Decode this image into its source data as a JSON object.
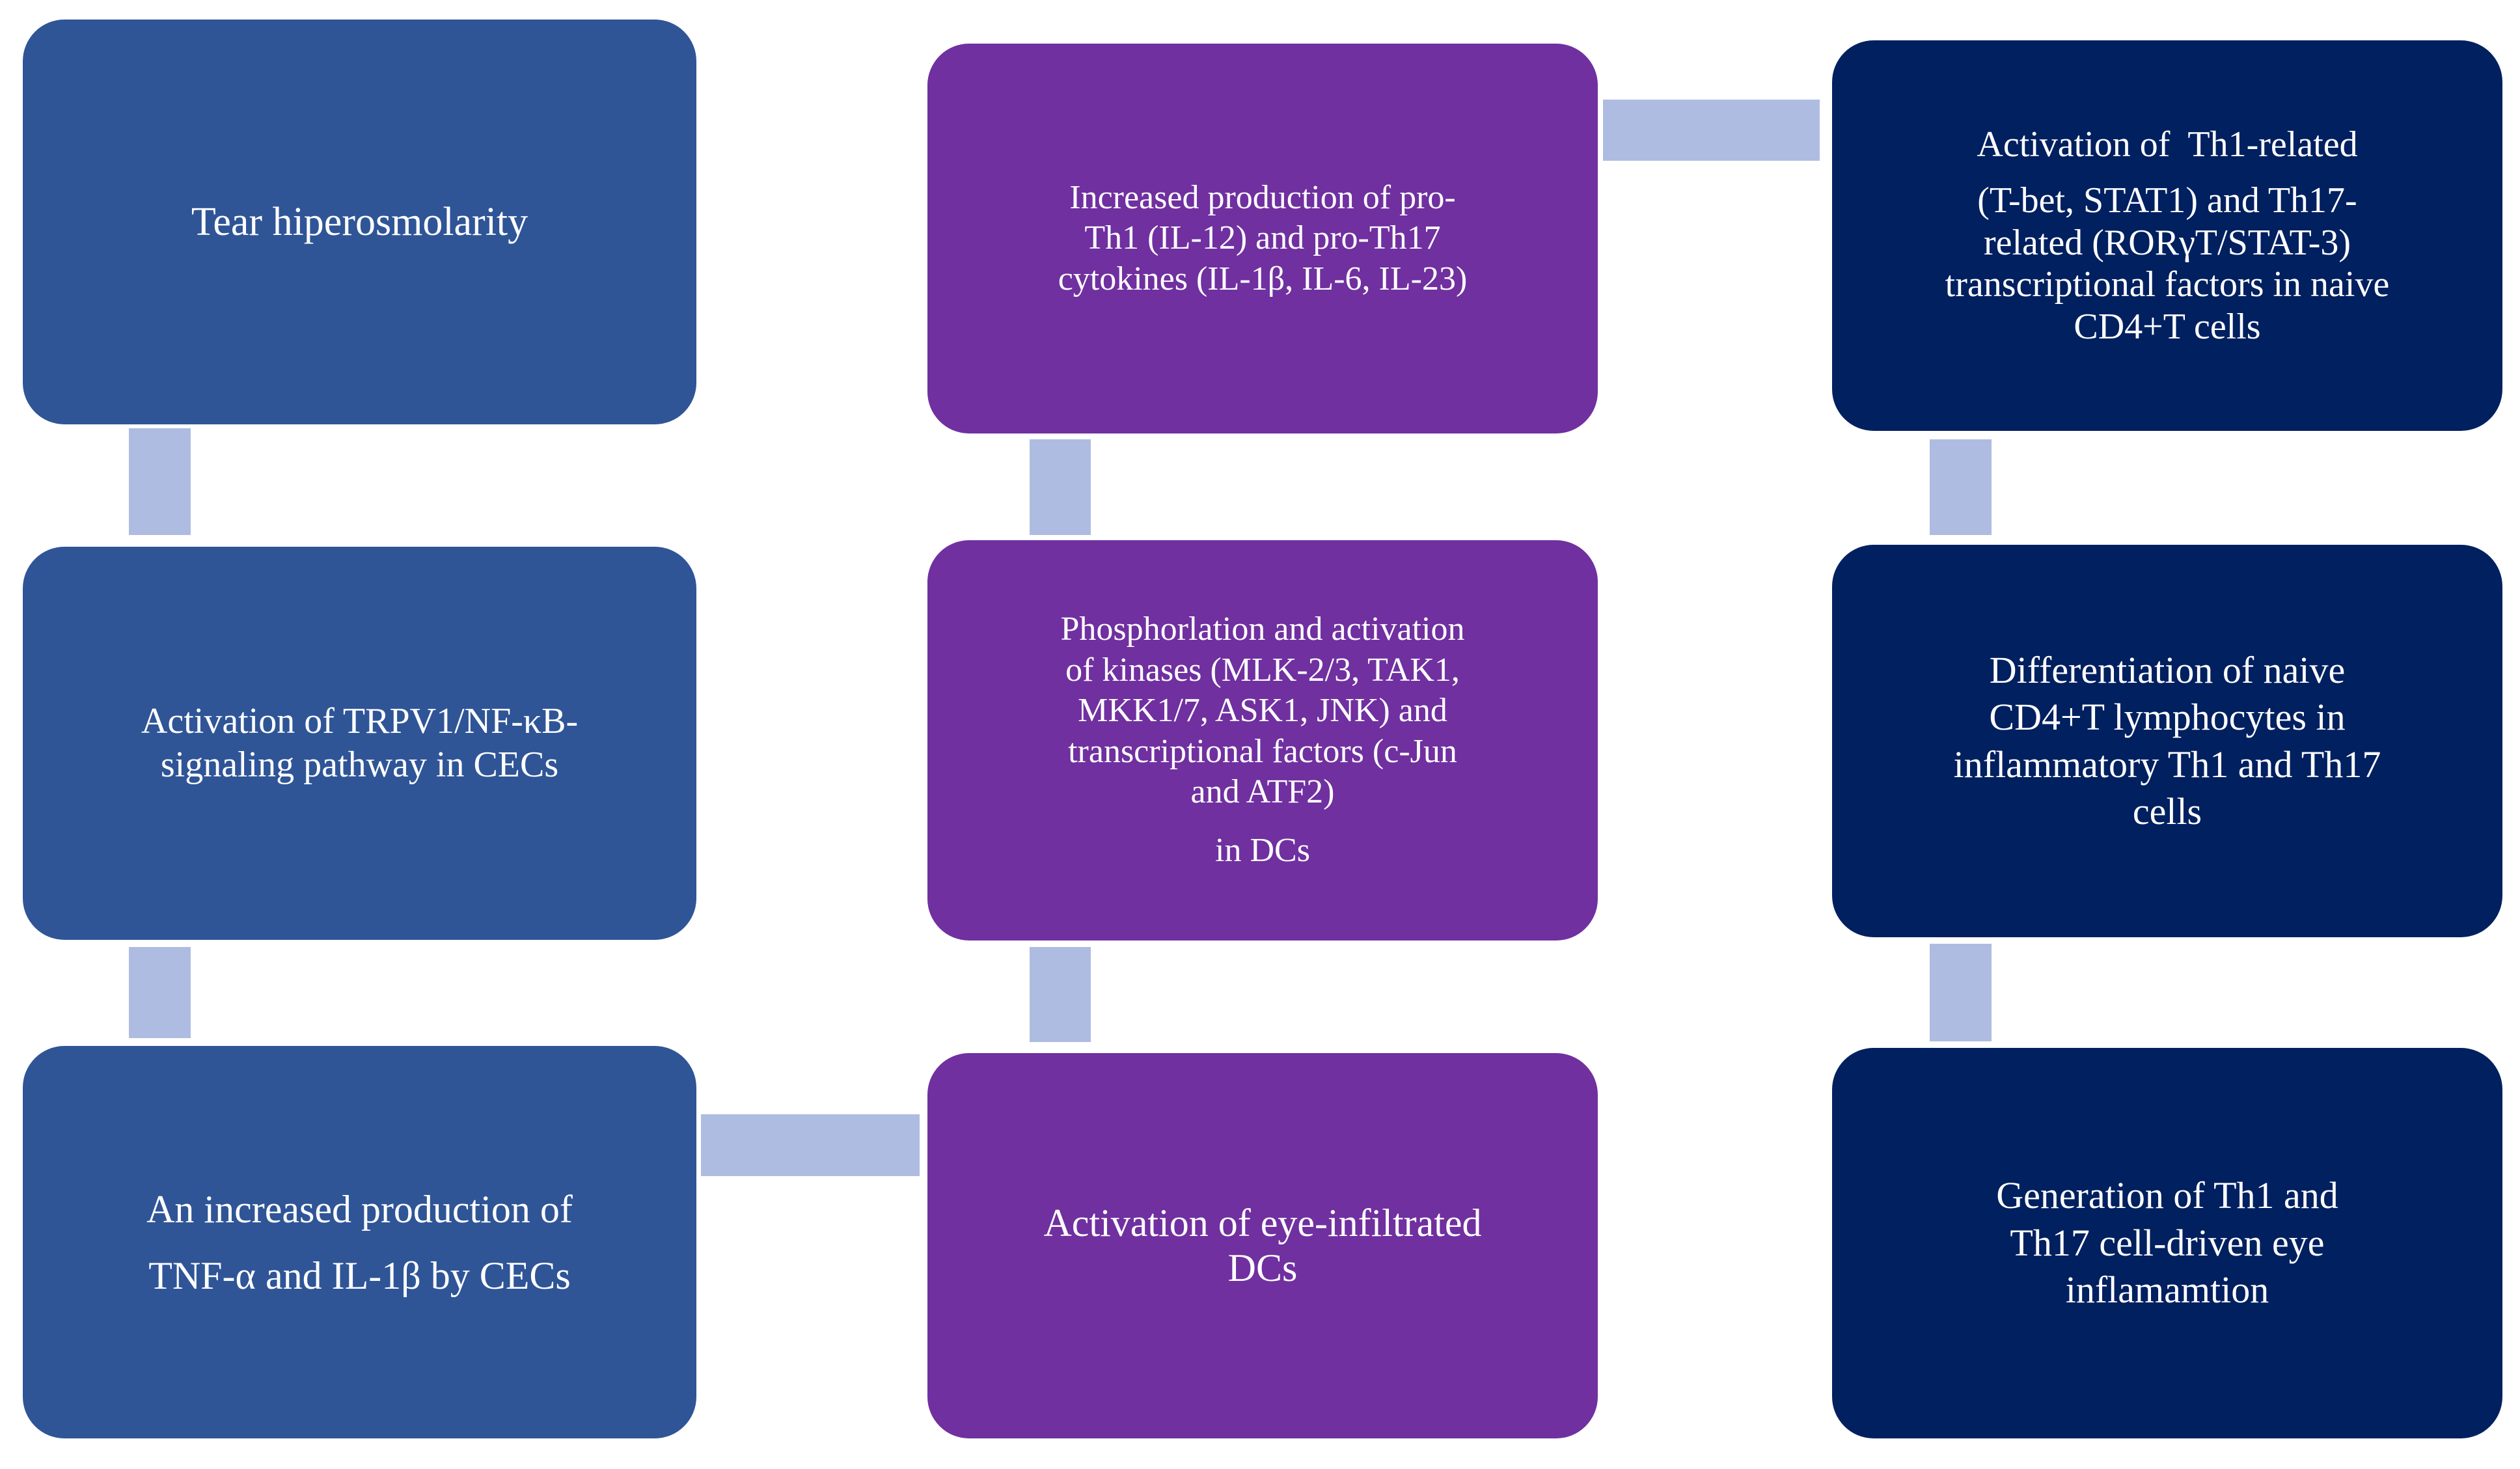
{
  "palette": {
    "box_blue": "#2F5597",
    "box_purple": "#7030A0",
    "box_navy": "#002060",
    "connector": "#AFBCE1",
    "text": "#FFFFFF",
    "background": "#FFFFFF"
  },
  "diagram": {
    "boxes": [
      {
        "id": "tear-hyperosmolarity",
        "color": "box_blue",
        "paragraphs": [
          "Tear hiperosmolarity"
        ]
      },
      {
        "id": "trpv1-nfkb-activation",
        "color": "box_blue",
        "paragraphs": [
          "Activation of TRPV1/NF-κB-\nsignaling pathway in CECs"
        ]
      },
      {
        "id": "tnf-il1b-production",
        "color": "box_blue",
        "paragraphs": [
          "An increased production of\nTNF-α and IL-1β by CECs"
        ]
      },
      {
        "id": "pro-th1-th17-cytokines",
        "color": "box_purple",
        "paragraphs": [
          "Increased production of pro-\nTh1 (IL-12) and pro-Th17\ncytokines (IL-1β, IL-6, IL-23)"
        ]
      },
      {
        "id": "kinase-phosphorylation",
        "color": "box_purple",
        "paragraphs": [
          "Phosphorlation and activation\nof kinases (MLK-2/3, TAK1,\nMKK1/7, ASK1, JNK) and\ntranscriptional factors (c-Jun\nand ATF2)",
          "in DCs"
        ]
      },
      {
        "id": "eye-infiltrated-dcs-activation",
        "color": "box_purple",
        "paragraphs": [
          "Activation of eye-infiltrated\nDCs"
        ]
      },
      {
        "id": "th1-th17-transcription-factors",
        "color": "box_navy",
        "paragraphs": [
          "Activation of  Th1-related",
          "(T-bet, STAT1) and Th17-\nrelated (RORγT/STAT-3)\ntranscriptional factors in naive\nCD4+T cells"
        ]
      },
      {
        "id": "cd4-differentiation",
        "color": "box_navy",
        "paragraphs": [
          "Differentiation of naive\nCD4+T lymphocytes in\ninflammatory Th1 and Th17\ncells"
        ]
      },
      {
        "id": "eye-inflammation-generation",
        "color": "box_navy",
        "paragraphs": [
          "Generation of Th1 and\nTh17 cell-driven eye\ninflamamtion"
        ]
      }
    ],
    "flow": [
      {
        "from": "tear-hyperosmolarity",
        "to": "trpv1-nfkb-activation"
      },
      {
        "from": "trpv1-nfkb-activation",
        "to": "tnf-il1b-production"
      },
      {
        "from": "tnf-il1b-production",
        "to": "eye-infiltrated-dcs-activation"
      },
      {
        "from": "eye-infiltrated-dcs-activation",
        "to": "kinase-phosphorylation"
      },
      {
        "from": "kinase-phosphorylation",
        "to": "pro-th1-th17-cytokines"
      },
      {
        "from": "pro-th1-th17-cytokines",
        "to": "th1-th17-transcription-factors"
      },
      {
        "from": "th1-th17-transcription-factors",
        "to": "cd4-differentiation"
      },
      {
        "from": "cd4-differentiation",
        "to": "eye-inflammation-generation"
      }
    ]
  }
}
